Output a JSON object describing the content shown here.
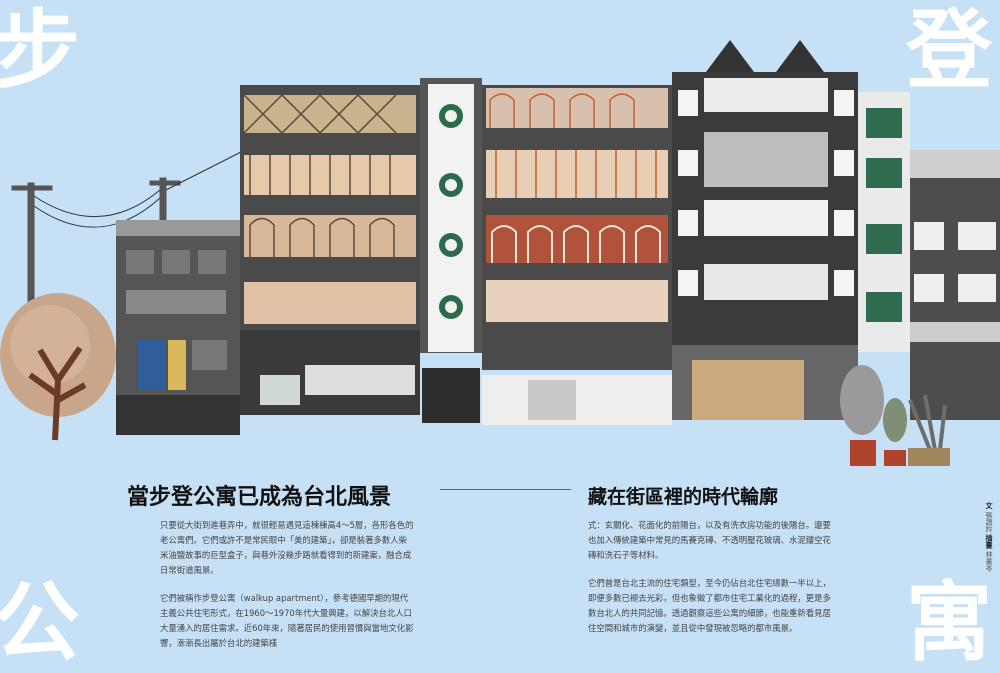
{
  "decor": {
    "left_top": "步",
    "left_bottom": "公",
    "right_top": "登",
    "right_bottom": "寓"
  },
  "heading_left": "當步登公寓已成為台北風景",
  "heading_right": "藏在街區裡的時代輪廓",
  "left_column": {
    "p1": "只要從大街到進巷弄中，就很輕易遇見這棟棟高4～5層，各形各色的老公寓們。它們或許不是常民眼中「美的建築」，卻是裝著多數人柴米油鹽故事的巨型盒子，與巷外沒幾步路就看得到的新建案，融合成日常街道風景。",
    "p2": "它們被稱作步登公寓（walkup apartment），參考德國早期的現代主義公共住宅形式，在1960～1970年代大量興建，以解決台北人口大量湧入的居住需求。近60年來，隨著居民的使用習慣與當地文化影響，漸漸長出屬於台北的建築樣"
  },
  "right_column": {
    "p1": "式：玄關化、花面化的前陽台，以及有洗衣房功能的後陽台。還要也加入傳統建築中常見的馬賽克磚、不透明壓花玻璃、水泥鏤空花磚和洗石子等材料。",
    "p2": "它們曾是台北主流的住宅類型，至今仍佔台北住宅總數一半以上，即便多數已褪去光彩，但也象徵了都市住宅工業化的過程，更是多數台北人的共同記憶。透過觀察這些公寓的細節，也能重新看見居住空間和城市的演變，並且從中發現被忽略的都市風景。"
  },
  "credits": {
    "text_label": "文",
    "text_author": "張語羚",
    "illus_label": "插畫",
    "illus_author": "林書岑"
  },
  "colors": {
    "background": "#c6e0f5",
    "heading": "#111111",
    "body": "#444444"
  }
}
